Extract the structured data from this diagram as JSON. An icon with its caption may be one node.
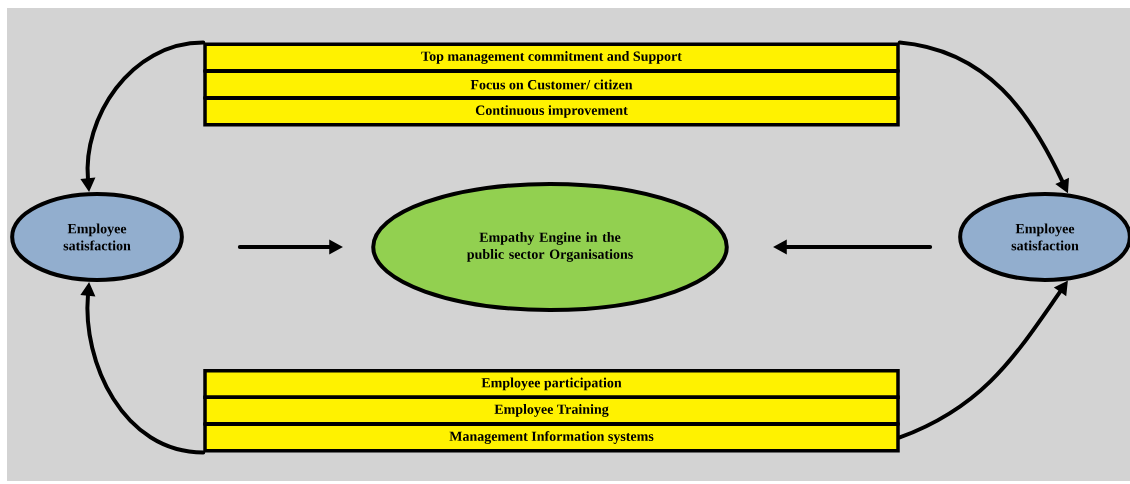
{
  "diagram": {
    "nodes": [
      {
        "text": [
          "Top management commitment and Support"
        ]
      },
      {
        "text": [
          "Focus on Customer/ citizen"
        ]
      },
      {
        "text": [
          "Continuous improvement"
        ]
      },
      {
        "text": [
          "Employee satisfaction"
        ]
      },
      {
        "text": [
          "Empathy Engine  in the public sector Organisations"
        ]
      },
      {
        "text": [
          "Employee satisfaction"
        ]
      },
      {
        "text": [
          "Employee participation"
        ]
      },
      {
        "text": [
          "Employee Training"
        ]
      },
      {
        "text": [
          "Management Information systems"
        ]
      }
    ],
    "edges": [
      {
        "from": 0,
        "to": 3,
        "arrow": "to"
      },
      {
        "from": 0,
        "to": 5,
        "arrow": "to"
      },
      {
        "from": 3,
        "to": 4,
        "arrow": "to"
      },
      {
        "from": 5,
        "to": 4,
        "arrow": "to"
      },
      {
        "from": 8,
        "to": 3,
        "arrow": "to"
      },
      {
        "from": 8,
        "to": 5,
        "arrow": "to"
      }
    ]
  }
}
